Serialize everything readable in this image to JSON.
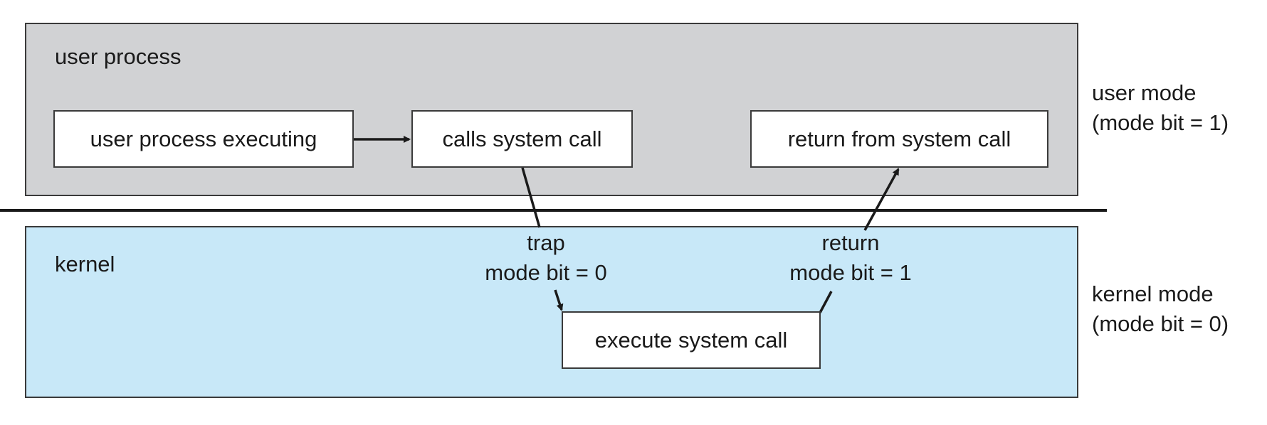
{
  "colors": {
    "user_region_fill": "#d1d2d4",
    "kernel_region_fill": "#c8e8f8",
    "stroke": "#1a1a1a"
  },
  "user_region": {
    "title": "user process"
  },
  "kernel_region": {
    "title": "kernel"
  },
  "boxes": {
    "executing": "user process executing",
    "calls": "calls system call",
    "return_from": "return from system call",
    "execute": "execute system call"
  },
  "edges": {
    "trap": {
      "line1": "trap",
      "line2": "mode bit = 0"
    },
    "return": {
      "line1": "return",
      "line2": "mode bit = 1"
    }
  },
  "modes": {
    "user": {
      "line1": "user mode",
      "line2": "(mode bit = 1)"
    },
    "kernel": {
      "line1": "kernel mode",
      "line2": "(mode bit = 0)"
    }
  }
}
